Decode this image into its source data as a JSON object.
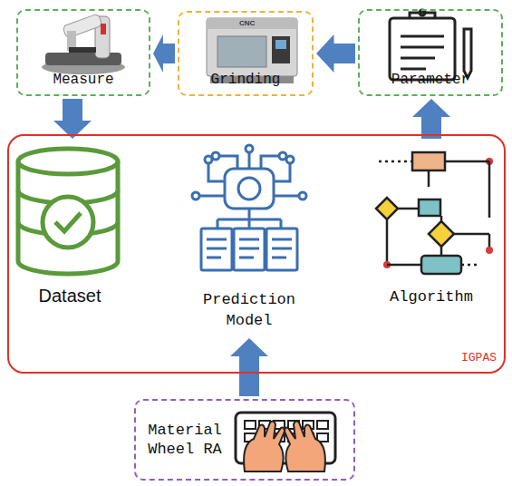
{
  "diagram": {
    "nodes": [
      {
        "text": [
          "Measure"
        ]
      },
      {
        "text": [
          "Grinding"
        ]
      },
      {
        "text": [
          "Parameter"
        ]
      },
      {
        "text": [
          "IGPAS"
        ]
      },
      {
        "text": [
          "Dataset"
        ],
        "in": 3
      },
      {
        "text": [
          "Prediction Model"
        ],
        "in": 3
      },
      {
        "text": [
          "Algorithm"
        ],
        "in": 3
      },
      {
        "text": [
          "Material Wheel RA"
        ]
      }
    ],
    "edges": [
      {
        "from": 2,
        "to": 1,
        "arrow": "to"
      },
      {
        "from": 1,
        "to": 0,
        "arrow": "to"
      },
      {
        "from": 0,
        "to": 4,
        "arrow": "to"
      },
      {
        "from": 6,
        "to": 2,
        "arrow": "to"
      },
      {
        "from": 7,
        "to": 5,
        "arrow": "to"
      }
    ],
    "labels": [
      "CNC"
    ]
  }
}
